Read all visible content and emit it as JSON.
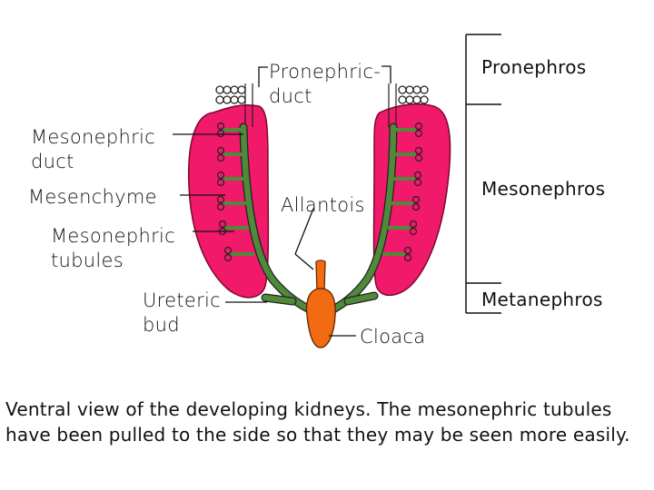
{
  "labels": {
    "pronephric_duct": "Pronephric-\nduct",
    "mesonephric_duct": "Mesonephric\nduct",
    "mesenchyme": "Mesenchyme",
    "mesonephric_tubules": "Mesonephric\ntubules",
    "allantois": "Allantois",
    "ureteric_bud": "Ureteric\nbud",
    "cloaca": "Cloaca"
  },
  "stages": {
    "pronephros": "Pronephros",
    "mesonephros": "Mesonephros",
    "metanephros": "Metanephros"
  },
  "caption": "Ventral view of the developing kidneys.  The mesonephric tubules have been pulled to the side so that they may be seen more easily.",
  "colors": {
    "kidney": "#f0196a",
    "duct": "#4f8a3a",
    "cloaca": "#f26b12"
  }
}
